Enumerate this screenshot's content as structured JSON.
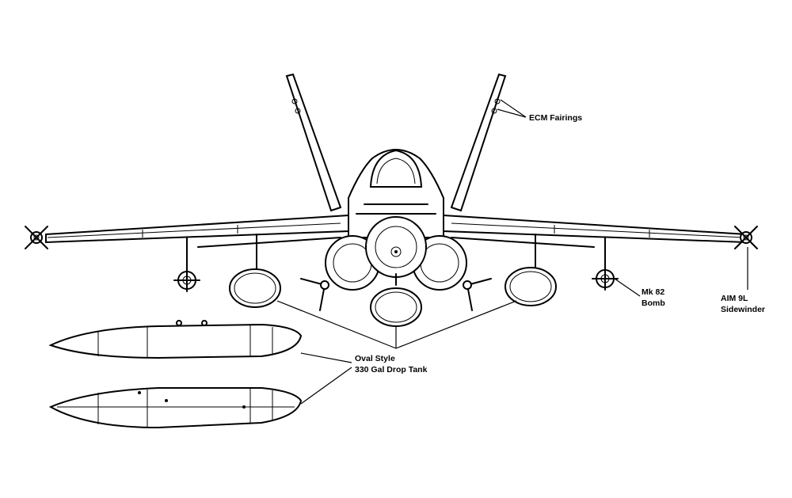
{
  "labels": {
    "ecm": "ECM Fairings",
    "mk82_line1": "Mk 82",
    "mk82_line2": "Bomb",
    "aim_line1": "AIM 9L",
    "aim_line2": "Sidewinder",
    "tank_line1": "Oval Style",
    "tank_line2": "330 Gal Drop Tank"
  },
  "colors": {
    "ink": "#000000",
    "paper": "#ffffff"
  }
}
